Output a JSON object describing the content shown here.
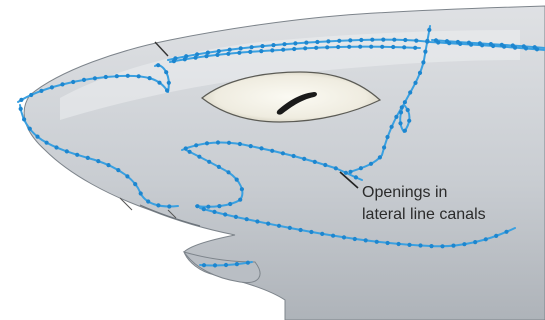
{
  "diagram": {
    "subject": "shark head lateral line canals",
    "label": {
      "line1": "Openings in",
      "line2": "lateral line canals"
    },
    "colors": {
      "background": "#ffffff",
      "skin": "#c7cbd0",
      "skin_shadow": "#9fa5ac",
      "skin_highlight": "#e4e6e9",
      "canal": "#3aa0e0",
      "pore": "#1d86cf",
      "eye_white": "#f1efe4",
      "pupil": "#1a1a1a",
      "outline": "#4a4a4a",
      "leader": "#222222"
    }
  }
}
